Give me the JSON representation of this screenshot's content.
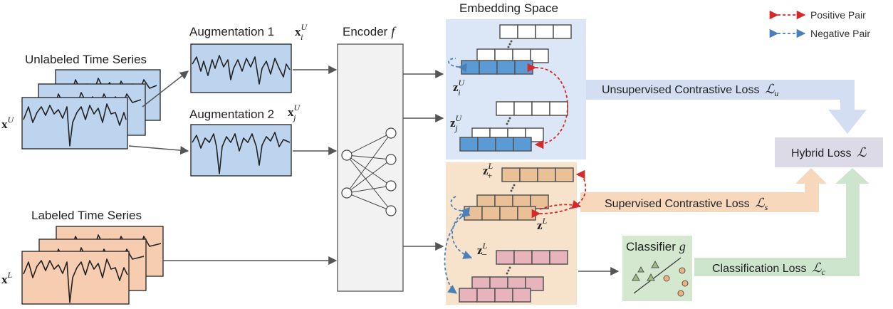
{
  "labels": {
    "embedding_space": "Embedding Space",
    "unlabeled_series": "Unlabeled Time Series",
    "labeled_series": "Labeled Time Series",
    "augmentation1": "Augmentation 1",
    "augmentation2": "Augmentation 2",
    "encoder": "Encoder",
    "encoder_symbol": "f",
    "classifier": "Classifier",
    "classifier_symbol": "g"
  },
  "math": {
    "xU_base": "x",
    "xU_sup": "U",
    "xL_base": "x",
    "xL_sup": "L",
    "xiU_base": "x",
    "xiU_sup": "U",
    "xiU_sub": "i",
    "xjU_base": "x",
    "xjU_sup": "U",
    "xjU_sub": "j",
    "ziU_base": "z",
    "ziU_sup": "U",
    "ziU_sub": "i",
    "zjU_base": "z",
    "zjU_sup": "U",
    "zjU_sub": "j",
    "zplus_base": "z",
    "zplus_sup": "L",
    "zplus_sub": "+",
    "zL_base": "z",
    "zL_sup": "L",
    "zminus_base": "z",
    "zminus_sup": "L",
    "zminus_sub": "−"
  },
  "losses": {
    "unsupervised": "Unsupervised Contrastive Loss",
    "unsupervised_symbol": "ℒ",
    "unsupervised_sub": "u",
    "supervised": "Supervised Contrastive Loss",
    "supervised_symbol": "ℒ",
    "supervised_sub": "s",
    "classification": "Classification Loss",
    "classification_symbol": "ℒ",
    "classification_sub": "c",
    "hybrid": "Hybrid Loss",
    "hybrid_symbol": "ℒ"
  },
  "legend": {
    "positive": "Positive Pair",
    "negative": "Negative Pair"
  },
  "colors": {
    "unlabeled_fill": "#bdd4ee",
    "labeled_fill": "#f6cdb1",
    "embed_blue_bg": "#dbe7f6",
    "embed_orange_bg": "#f7e2cb",
    "cell_blue": "#5b9bd5",
    "cell_orange": "#eac096",
    "cell_pink": "#e8b4bc",
    "positive_arrow": "#d62a2a",
    "negative_arrow": "#4a7fb8",
    "hybrid_box": "#dddae8",
    "classifier_box": "#d4e8cf",
    "unsup_band": "#d4def2",
    "sup_band": "#f7d8bd",
    "class_band": "#cde4cd"
  }
}
